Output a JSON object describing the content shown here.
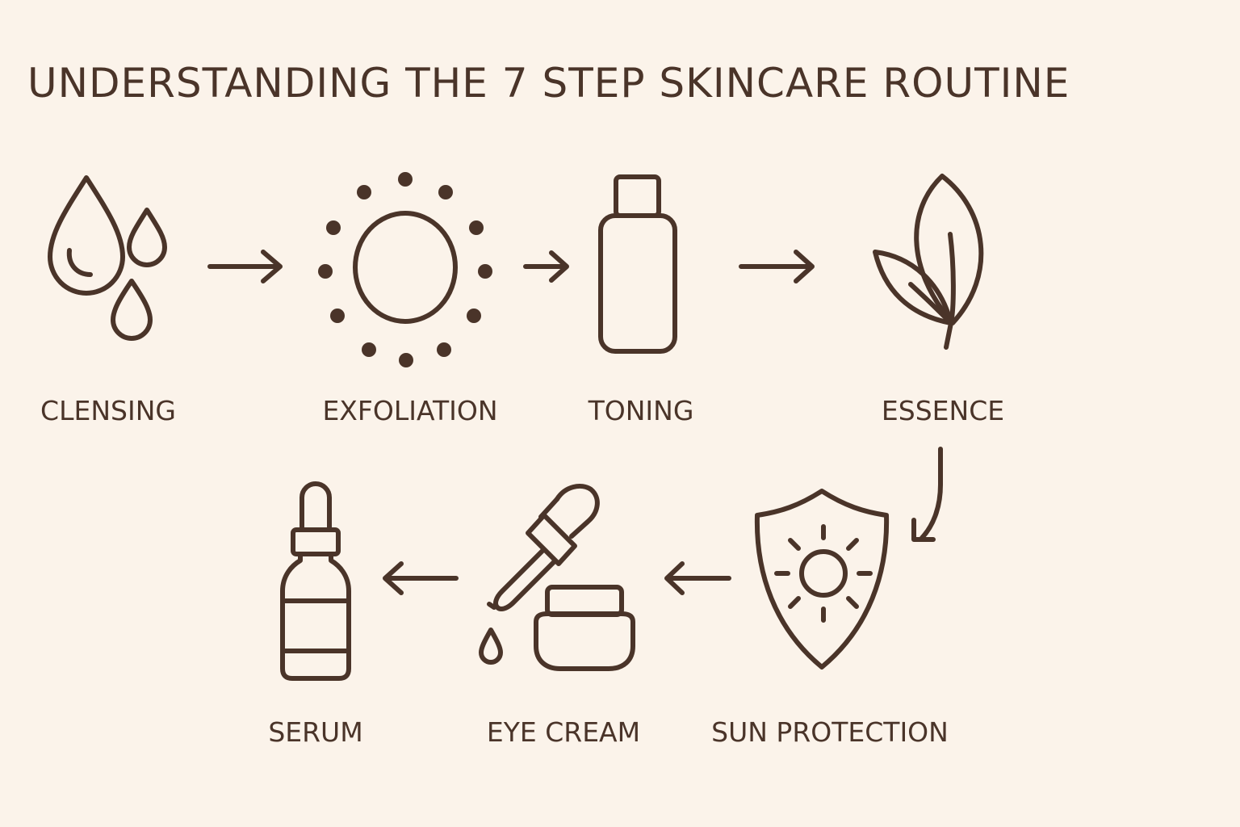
{
  "title": "UNDERSTANDING THE 7 STEP SKINCARE ROUTINE",
  "colors": {
    "background": "#fbf3ea",
    "ink": "#4a3429"
  },
  "steps": [
    {
      "label": "CLENSING",
      "icon": "water-drops-icon"
    },
    {
      "label": "EXFOLIATION",
      "icon": "dotted-circle-icon"
    },
    {
      "label": "TONING",
      "icon": "toner-bottle-icon"
    },
    {
      "label": "ESSENCE",
      "icon": "leaf-icon"
    },
    {
      "label": "SUN PROTECTION",
      "icon": "sun-shield-icon"
    },
    {
      "label": "EYE CREAM",
      "icon": "dropper-jar-icon"
    },
    {
      "label": "SERUM",
      "icon": "serum-bottle-icon"
    }
  ]
}
